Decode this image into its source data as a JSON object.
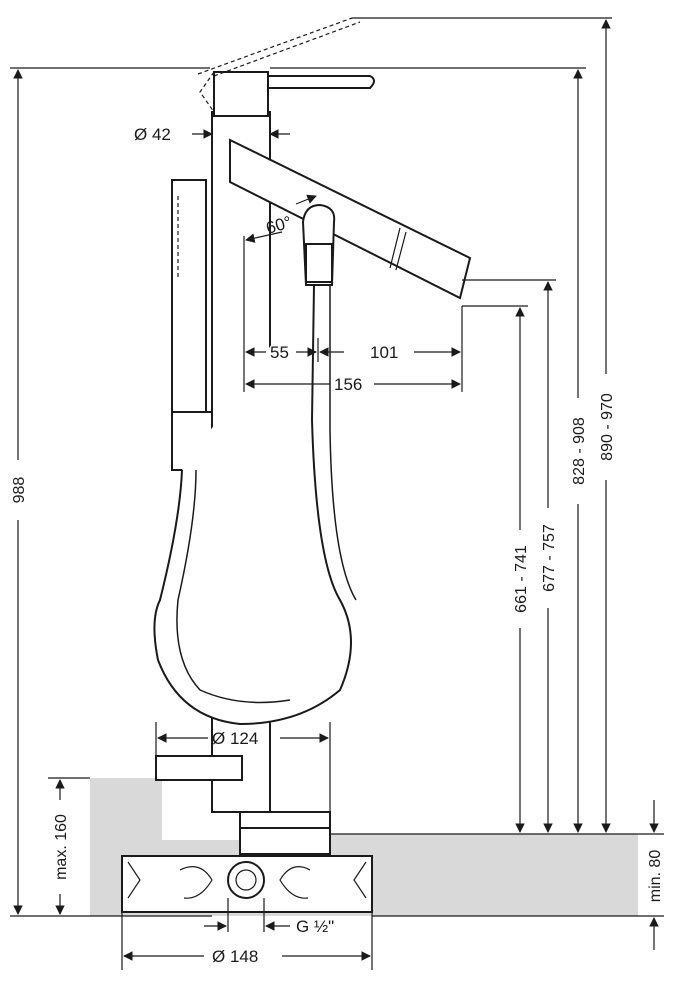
{
  "drawing": {
    "dimensions": {
      "spout_diameter": "Ø 42",
      "spout_angle": "60°",
      "offset_55": "55",
      "offset_101": "101",
      "offset_156": "156",
      "base_diameter": "Ø 124",
      "flange_diameter": "Ø 148",
      "thread": "G ½\"",
      "total_height": "988",
      "max_160": "max. 160",
      "min_80": "min. 80",
      "range_661_741": "661 - 741",
      "range_677_757": "677 - 757",
      "range_828_908": "828 - 908",
      "range_890_970": "890 - 970"
    }
  }
}
